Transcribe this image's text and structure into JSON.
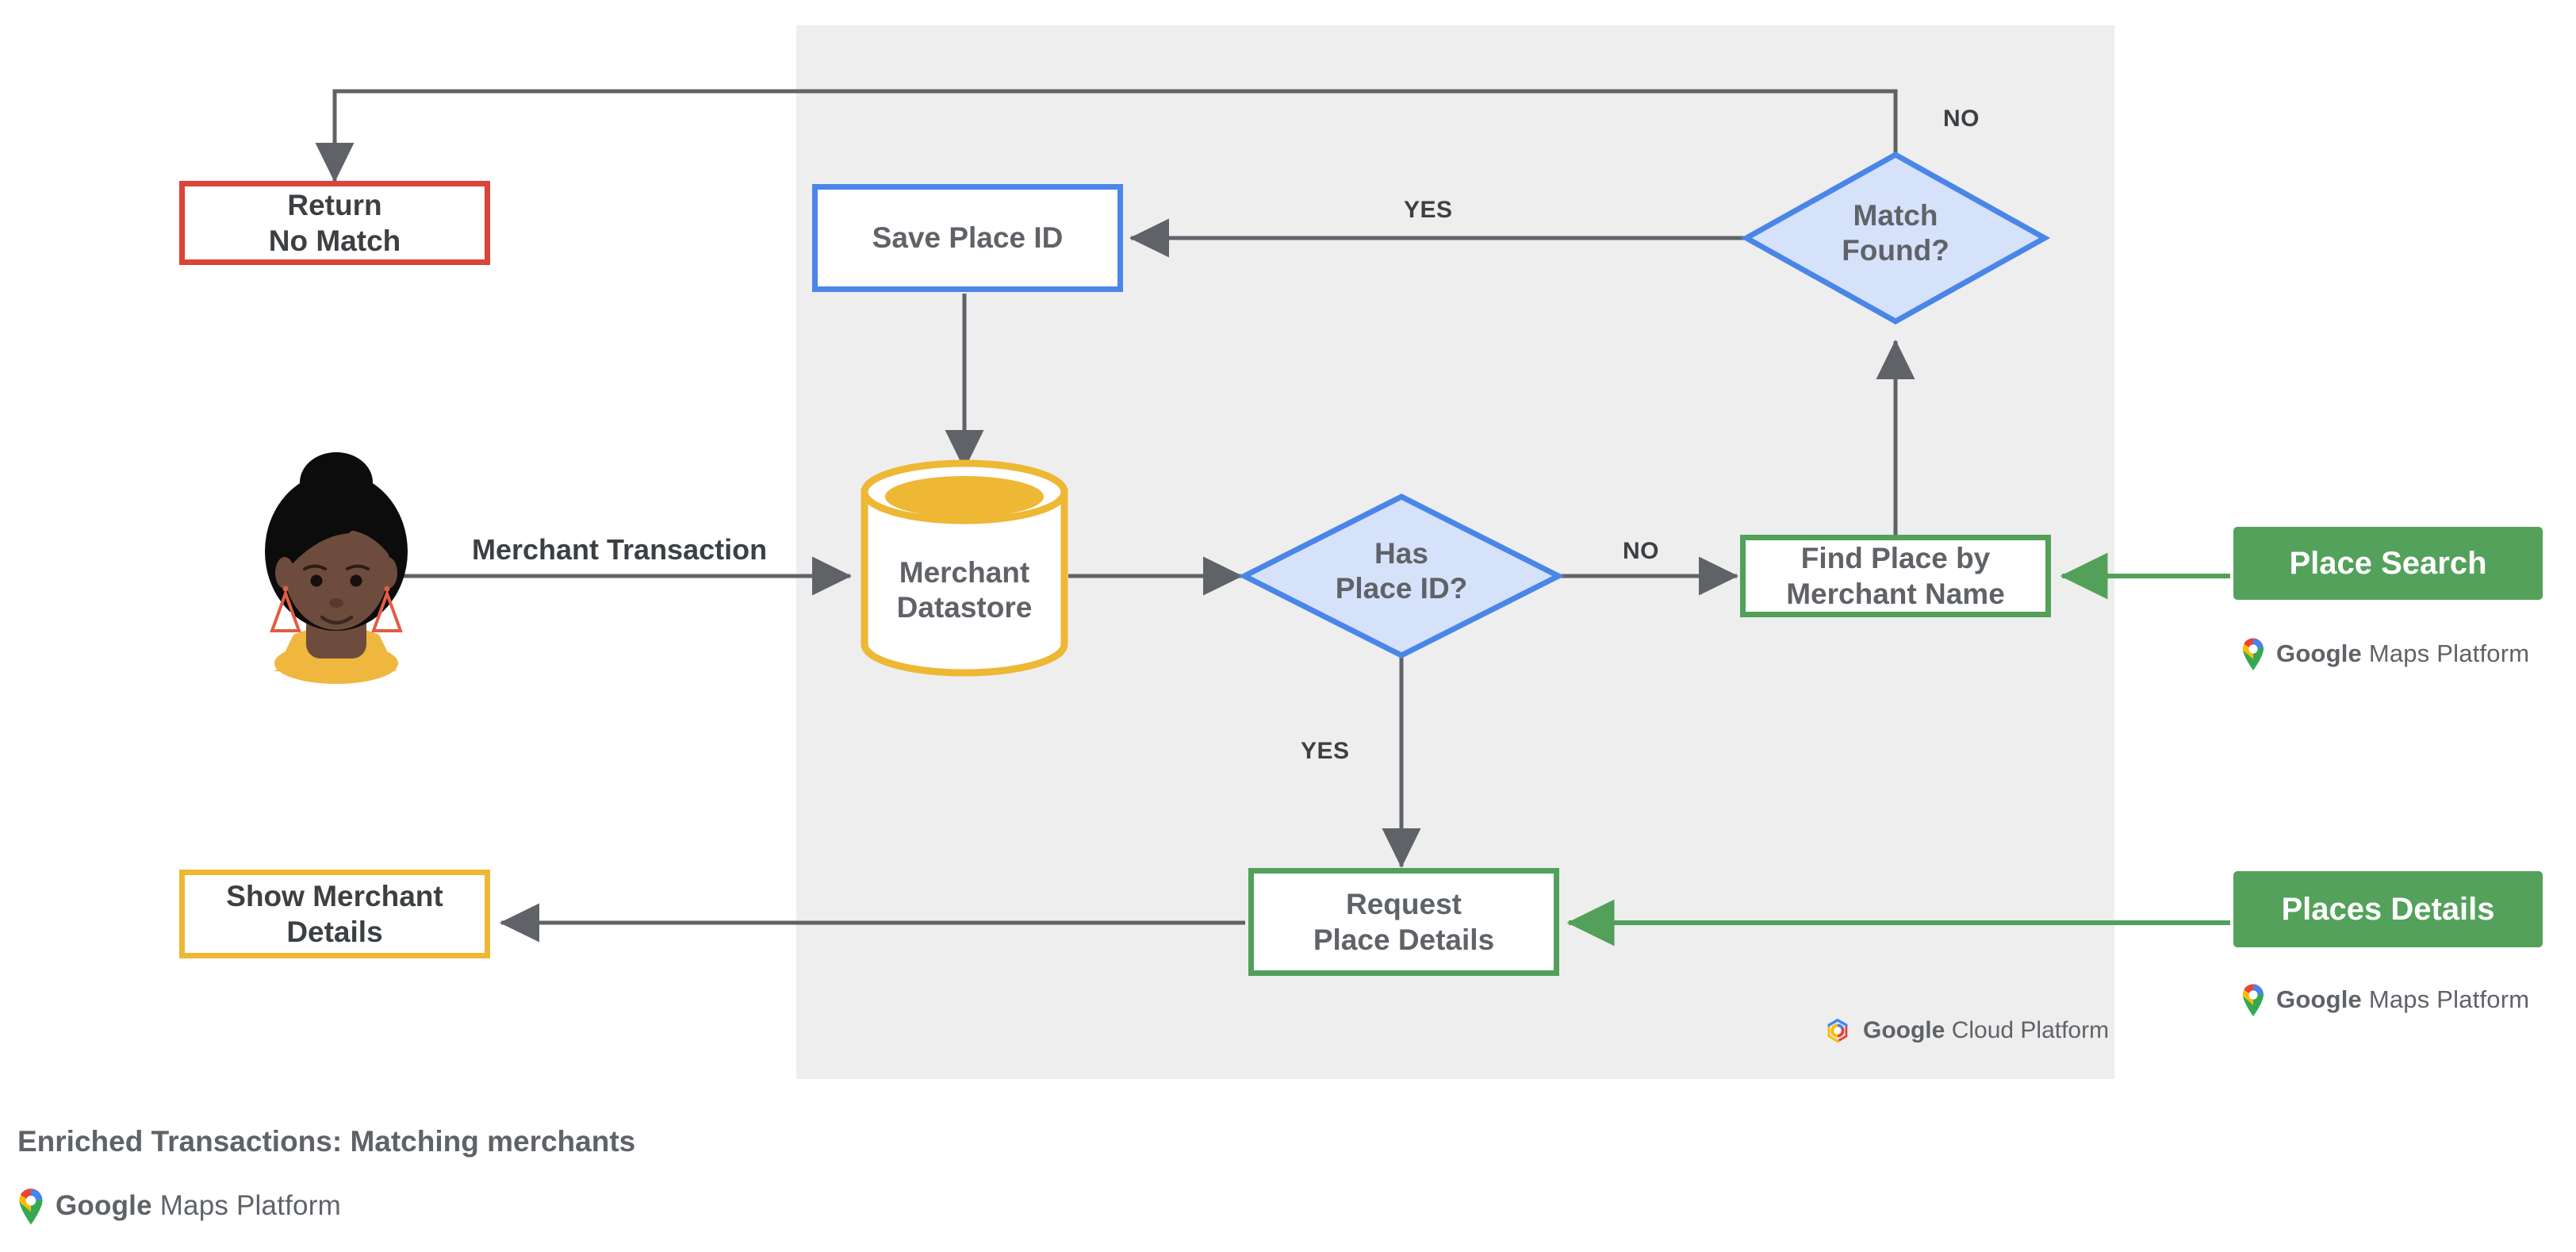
{
  "caption": "Enriched Transactions: Matching merchants",
  "panel": {
    "name": "Google Cloud Platform boundary"
  },
  "nodes": {
    "return_no_match": {
      "label_line1": "Return",
      "label_line2": "No Match",
      "color": "#db4437",
      "shape": "box"
    },
    "save_place_id": {
      "label": "Save Place ID",
      "color": "#4a86e8",
      "shape": "box"
    },
    "match_found": {
      "label_line1": "Match",
      "label_line2": "Found?",
      "color": "#4a86e8",
      "shape": "diamond"
    },
    "merchant_datastore": {
      "label_line1": "Merchant",
      "label_line2": "Datastore",
      "color": "#eeb734",
      "shape": "cylinder"
    },
    "has_place_id": {
      "label_line1": "Has",
      "label_line2": "Place ID?",
      "color": "#4a86e8",
      "shape": "diamond"
    },
    "find_place": {
      "label_line1": "Find Place by",
      "label_line2": "Merchant Name",
      "color": "#52a05a",
      "shape": "box"
    },
    "place_search": {
      "label": "Place Search",
      "color": "#53a15b",
      "shape": "solid-box"
    },
    "request_place_details": {
      "label_line1": "Request",
      "label_line2": "Place Details",
      "color": "#52a05a",
      "shape": "box"
    },
    "places_details": {
      "label": "Places Details",
      "color": "#53a15b",
      "shape": "solid-box"
    },
    "show_merchant_details": {
      "label_line1": "Show Merchant",
      "label_line2": "Details",
      "color": "#eeb734",
      "shape": "box"
    },
    "user": {
      "label": "merchant customer avatar",
      "shape": "avatar"
    }
  },
  "edge_labels": {
    "merchant_transaction": "Merchant Transaction",
    "match_found_no": "NO",
    "match_found_yes": "YES",
    "has_place_id_no": "NO",
    "has_place_id_yes": "YES"
  },
  "badges": {
    "gmp": {
      "brand": "Google",
      "product": "Maps Platform"
    },
    "gcp": {
      "brand": "Google",
      "product": "Cloud Platform"
    }
  },
  "colors": {
    "panel_bg": "#eeeeee",
    "red": "#db4437",
    "blue": "#4a86e8",
    "blue_fill": "#d6e2fa",
    "green": "#52a05a",
    "green_solid": "#53a15b",
    "yellow": "#eeb734",
    "wire": "#5f6368",
    "text": "#5f6368"
  }
}
